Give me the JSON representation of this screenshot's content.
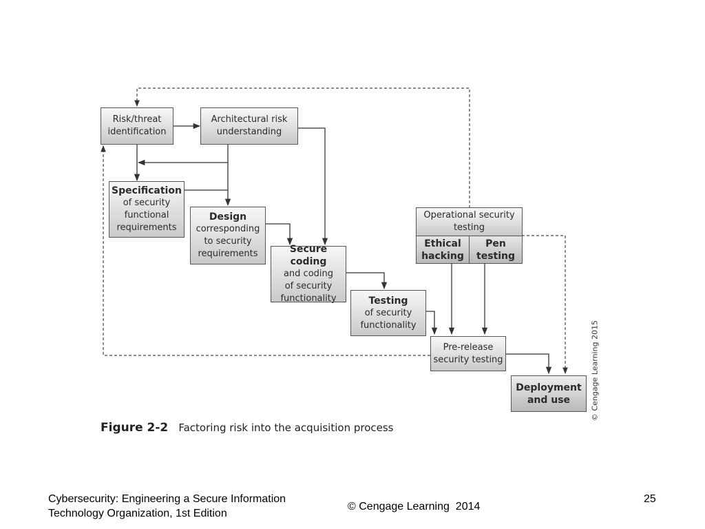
{
  "diagram": {
    "boxes": {
      "risk": [
        "Risk/threat",
        "identification"
      ],
      "arch": [
        "Architectural risk",
        "understanding"
      ],
      "spec": {
        "title": "Specification",
        "lines": [
          "of security",
          "functional",
          "requirements"
        ]
      },
      "design": {
        "title": "Design",
        "lines": [
          "corresponding",
          "to security",
          "requirements"
        ]
      },
      "coding": {
        "title": "Secure coding",
        "lines": [
          "and coding",
          "of security",
          "functionality"
        ]
      },
      "testing": {
        "title": "Testing",
        "lines": [
          "of security",
          "functionality"
        ]
      },
      "ops": [
        "Operational security",
        "testing"
      ],
      "ethical": [
        "Ethical",
        "hacking"
      ],
      "pen": [
        "Pen",
        "testing"
      ],
      "prerelease": [
        "Pre-release",
        "security testing"
      ],
      "deploy": [
        "Deployment",
        "and use"
      ]
    },
    "copyright_vertical": "© Cengage Learning 2015"
  },
  "caption": {
    "figure": "Figure 2-2",
    "text": "Factoring risk into the acquisition process"
  },
  "footer": {
    "left_line1": "Cybersecurity: Engineering a Secure Information",
    "left_line2": "Technology Organization, 1st Edition",
    "center": "© Cengage Learning  2014",
    "page_number": "25"
  }
}
